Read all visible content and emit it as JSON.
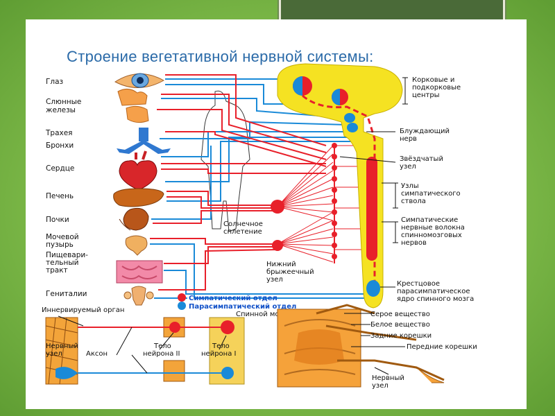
{
  "slide": {
    "title": "Строение вегетативной  нервной системы:"
  },
  "organs": [
    {
      "id": "eye",
      "label": "Глаз"
    },
    {
      "id": "lacrimal",
      "label": "Слюнные",
      "label2": "железы"
    },
    {
      "id": "trachea",
      "label": "Трахея"
    },
    {
      "id": "bronchi",
      "label": "Бронхи"
    },
    {
      "id": "heart",
      "label": "Сердце"
    },
    {
      "id": "liver",
      "label": "Печень"
    },
    {
      "id": "kidneys",
      "label": "Почки"
    },
    {
      "id": "bladder",
      "label": "Мочевой",
      "label2": "пузырь"
    },
    {
      "id": "digestive",
      "label": "Пищевари-",
      "label2": "тельный",
      "label3": "тракт"
    },
    {
      "id": "genitals",
      "label": "Гениталии"
    }
  ],
  "right_labels": {
    "cortex": [
      "Корковые и",
      "подкорковые",
      "центры"
    ],
    "vagus": [
      "Блуждающий",
      "нерв"
    ],
    "stellate": [
      "Звёздчатый",
      "узел"
    ],
    "sympathetic_trunk": [
      "Узлы",
      "симпатического",
      "ствола"
    ],
    "sympathetic_fibers": [
      "Симпатические",
      "нервные волокна",
      "спинномозговых",
      "нервов"
    ],
    "sacral": [
      "Крестцовое",
      "парасимпатическое",
      "ядро спинного мозга"
    ]
  },
  "center_labels": {
    "solar": [
      "Солнечное",
      "сплетение"
    ],
    "mesenteric": [
      "Нижний",
      "брыжеечный",
      "узел"
    ]
  },
  "legend": {
    "sympathetic": "Симпатический отдел",
    "parasympathetic": "Парасимпатический отдел",
    "sympathetic_color": "#e8202a",
    "parasympathetic_color": "#1a8ad8"
  },
  "bottom_left": {
    "organ": "Иннервируемый орган",
    "spinal_cord": "Спинной мозг",
    "ganglion": [
      "Нервный",
      "узел"
    ],
    "axon": "Аксон",
    "neuron2": [
      "Тело",
      "нейрона II"
    ],
    "neuron1": [
      "Тело",
      "нейрона I"
    ]
  },
  "bottom_right": {
    "grey_matter": "Серое вещество",
    "white_matter": "Белое вещество",
    "dorsal_roots": "Задние корешки",
    "ventral_roots": "Передние корешки",
    "nerve_ganglion": [
      "Нервный",
      "узел"
    ]
  }
}
